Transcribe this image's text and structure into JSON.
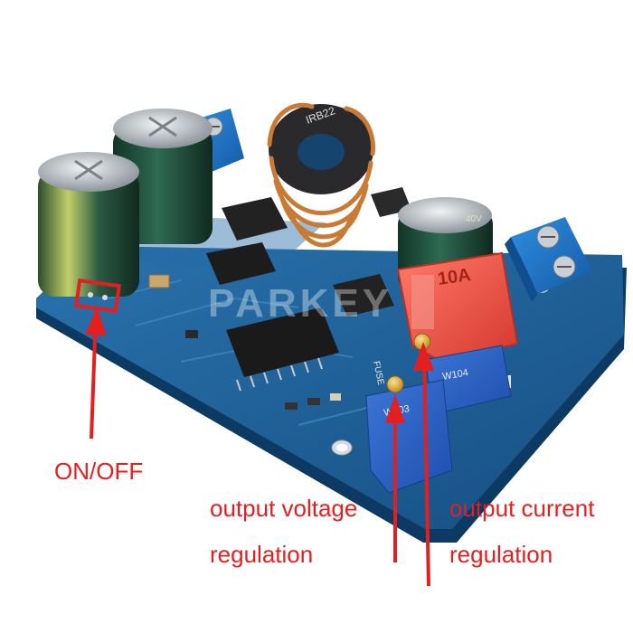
{
  "labels": {
    "on_off": "ON/OFF",
    "voltage_line1": "output voltage",
    "voltage_line2": "regulation",
    "current_line1": "output current",
    "current_line2": "regulation"
  },
  "board_markings": {
    "watermark": "PARKEY",
    "fuse_silk": "FUSE",
    "fuse_rating": "10A",
    "pot_top": "W104",
    "pot_bottom": "W503",
    "cap_text": "40V",
    "inductor_text": "IRB22"
  },
  "colors": {
    "callout": "#e41f1f",
    "pcb": "#1c5c94",
    "terminal": "#1a73c9",
    "capacitor": "#1f4a3a",
    "copper": "#c97a35",
    "fuse": "#e8463c",
    "potentiometer": "#2b5fc4"
  },
  "icons": {
    "on_off_marker": "red-rectangle-outline",
    "pointer": "red-arrow"
  }
}
